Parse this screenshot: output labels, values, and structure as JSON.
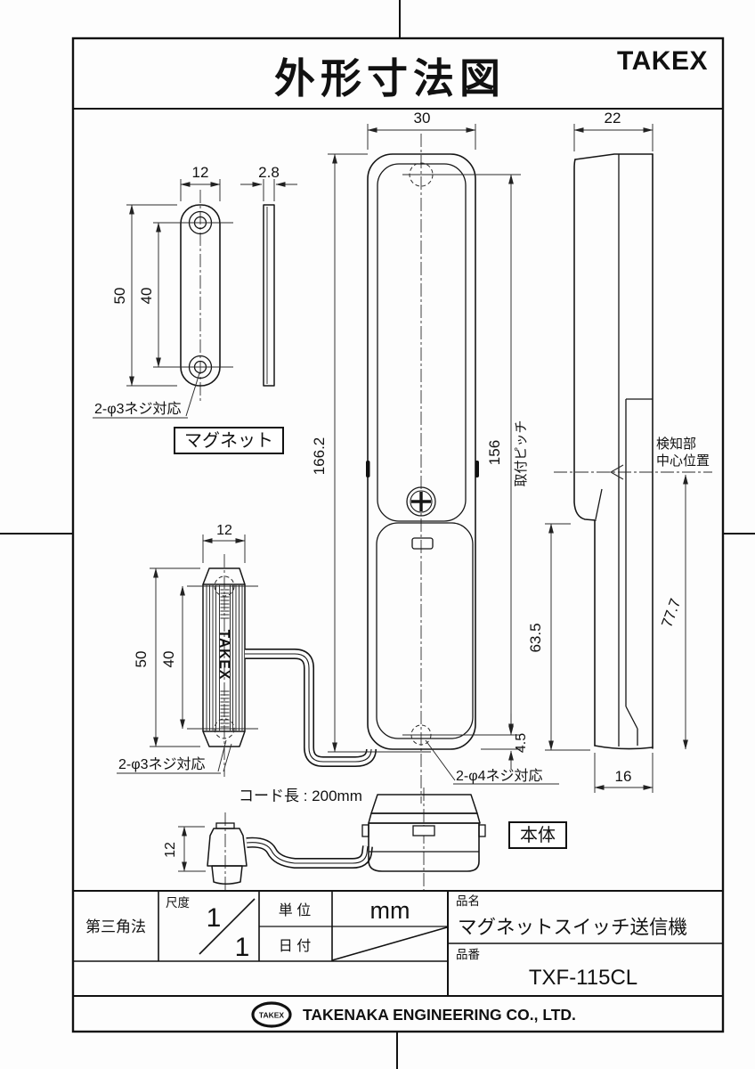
{
  "header": {
    "title": "外形寸法図",
    "brand": "TAKEX"
  },
  "views": {
    "magnet_front": {
      "box_label": "マグネット",
      "dim_width": "12",
      "dim_thickness": "2.8",
      "dim_height": "50",
      "dim_pitch": "40",
      "screw_note": "2-φ3ネジ対応"
    },
    "body_front": {
      "dim_width": "30",
      "dim_overall": "166.2",
      "dim_pitch": "156",
      "pitch_label": "取付ピッチ",
      "dim_offset": "4.5",
      "screw_note": "2-φ4ネジ対応"
    },
    "body_side": {
      "dim_width": "22",
      "dim_lower": "63.5",
      "dim_center": "77.7",
      "dim_bottom_width": "16",
      "center_label_line1": "検知部",
      "center_label_line2": "中心位置"
    },
    "transmitter": {
      "logo": "TAKEX",
      "dim_width": "12",
      "dim_height": "50",
      "dim_pitch": "40",
      "screw_note": "2-φ3ネジ対応",
      "cord_note": "コード長 : 200mm"
    },
    "assembly": {
      "dim_height": "12",
      "box_label": "本体"
    }
  },
  "title_block": {
    "projection": "第三角法",
    "scale_label": "尺度",
    "scale_num": "1",
    "scale_den": "1",
    "unit_label": "単 位",
    "unit_value": "mm",
    "date_label": "日 付",
    "name_label": "品名",
    "name_value": "マグネットスイッチ送信機",
    "part_label": "品番",
    "part_value": "TXF-115CL"
  },
  "footer": {
    "logo_text": "TAKEX",
    "company": "TAKENAKA ENGINEERING CO., LTD."
  }
}
